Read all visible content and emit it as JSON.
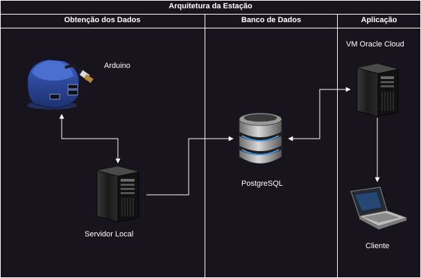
{
  "diagram": {
    "title": "Arquitetura da Estação",
    "lanes": [
      {
        "header": "Obtenção dos Dados"
      },
      {
        "header": "Banco de Dados"
      },
      {
        "header": "Aplicação"
      }
    ],
    "nodes": {
      "arduino": {
        "label": "Arduino",
        "icon": "usb-hub-icon"
      },
      "server_local": {
        "label": "Servidor Local",
        "icon": "server-tower-icon"
      },
      "postgres": {
        "label": "PostgreSQL",
        "icon": "database-icon"
      },
      "vm_cloud": {
        "label": "VM Oracle Cloud",
        "icon": "server-tower-icon"
      },
      "client": {
        "label": "Cliente",
        "icon": "laptop-icon"
      }
    },
    "colors": {
      "background": "#18141d",
      "lines": "#ffffff",
      "device_blue": "#2f4ea0"
    }
  }
}
